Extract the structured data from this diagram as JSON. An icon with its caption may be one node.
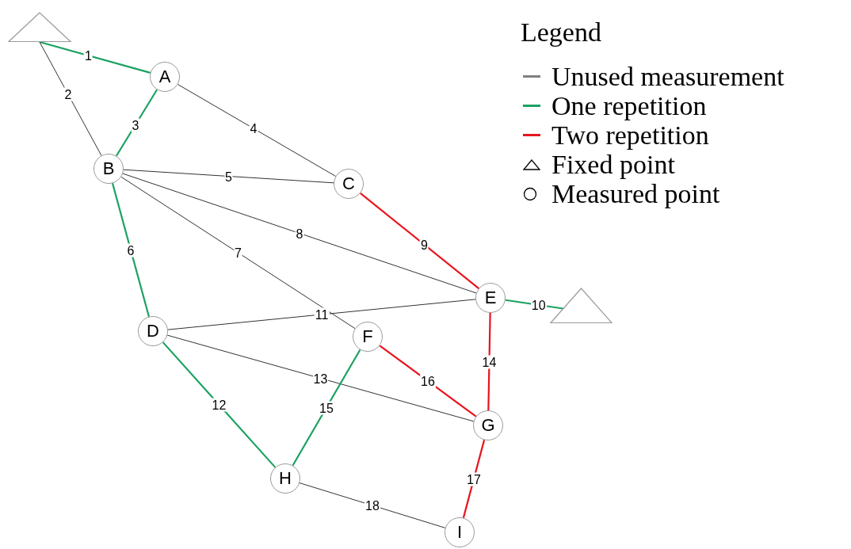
{
  "diagram": {
    "nodes": [
      {
        "text": [],
        "shape": "triangle"
      },
      {
        "text": [
          "A"
        ]
      },
      {
        "text": [
          "B"
        ]
      },
      {
        "text": [
          "C"
        ]
      },
      {
        "text": [
          "E"
        ]
      },
      {
        "text": [],
        "shape": "triangle"
      },
      {
        "text": [
          "D"
        ]
      },
      {
        "text": [
          "F"
        ]
      },
      {
        "text": [
          "G"
        ]
      },
      {
        "text": [
          "H"
        ]
      },
      {
        "text": [
          "I"
        ]
      }
    ],
    "edges": [
      {
        "from": 0,
        "to": 1,
        "arrow": "none",
        "label": "1",
        "color": "#1aa260"
      },
      {
        "from": 0,
        "to": 2,
        "arrow": "none",
        "label": "2"
      },
      {
        "from": 1,
        "to": 2,
        "arrow": "none",
        "label": "3",
        "color": "#1aa260"
      },
      {
        "from": 1,
        "to": 3,
        "arrow": "none",
        "label": "4"
      },
      {
        "from": 2,
        "to": 3,
        "arrow": "none",
        "label": "5"
      },
      {
        "from": 2,
        "to": 6,
        "arrow": "none",
        "label": "6",
        "color": "#1aa260"
      },
      {
        "from": 2,
        "to": 7,
        "arrow": "none",
        "label": "7"
      },
      {
        "from": 2,
        "to": 4,
        "arrow": "none",
        "label": "8"
      },
      {
        "from": 3,
        "to": 4,
        "arrow": "none",
        "label": "9",
        "color": "#e8141e"
      },
      {
        "from": 4,
        "to": 5,
        "arrow": "none",
        "label": "10",
        "color": "#1aa260"
      },
      {
        "from": 6,
        "to": 4,
        "arrow": "none",
        "label": "11"
      },
      {
        "from": 6,
        "to": 9,
        "arrow": "none",
        "label": "12",
        "color": "#1aa260"
      },
      {
        "from": 6,
        "to": 8,
        "arrow": "none",
        "label": "13"
      },
      {
        "from": 4,
        "to": 8,
        "arrow": "none",
        "label": "14",
        "color": "#e8141e"
      },
      {
        "from": 7,
        "to": 9,
        "arrow": "none",
        "label": "15",
        "color": "#1aa260"
      },
      {
        "from": 7,
        "to": 8,
        "arrow": "none",
        "label": "16",
        "color": "#e8141e"
      },
      {
        "from": 8,
        "to": 10,
        "arrow": "none",
        "label": "17",
        "color": "#e8141e"
      },
      {
        "from": 9,
        "to": 10,
        "arrow": "none",
        "label": "18"
      }
    ],
    "labels": [
      "Legend"
    ],
    "legend": [
      {
        "text": "Unused measurement",
        "color": "#808080"
      },
      {
        "text": "One repetition",
        "color": "#1aa260"
      },
      {
        "text": "Two repetition",
        "color": "#e8141e"
      },
      {
        "text": "Fixed point"
      },
      {
        "text": "Measured point"
      }
    ]
  }
}
